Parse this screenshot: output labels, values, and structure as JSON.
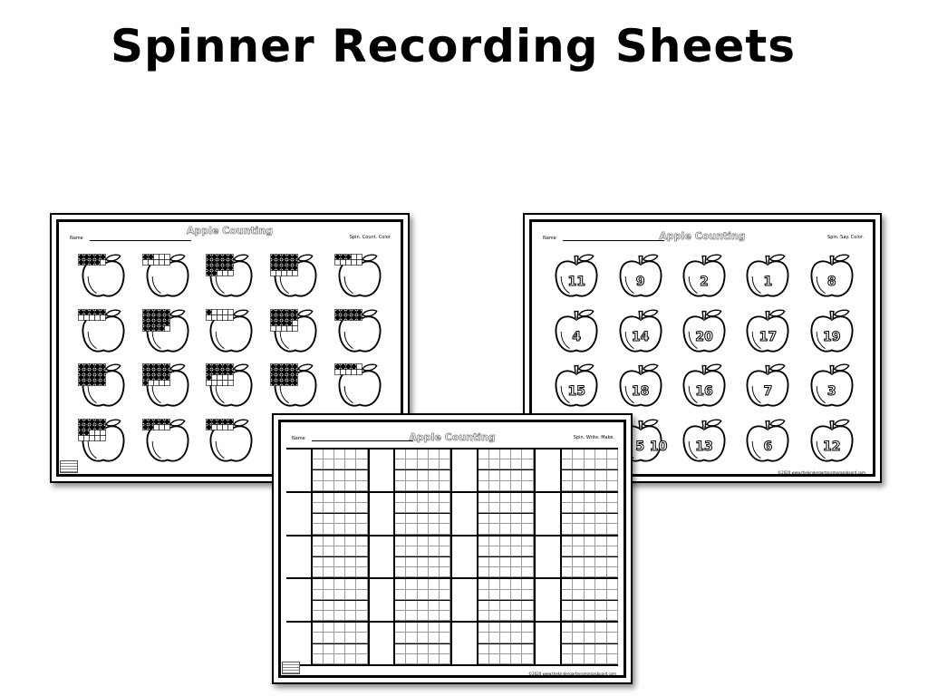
{
  "title": "Spinner Recording Sheets",
  "sheets": {
    "count": {
      "title": "Apple Counting",
      "name_label": "Name",
      "directions": "Spin. Count. Color.",
      "dots": [
        9,
        2,
        17,
        15,
        3,
        5,
        19,
        1,
        14,
        10,
        20,
        16,
        11,
        20,
        4,
        12,
        7,
        6,
        0,
        0
      ]
    },
    "say": {
      "title": "Apple Counting",
      "name_label": "Name",
      "directions": "Spin. Say. Color.",
      "footer": "©2020 www.thekindergartensmorgasboard.com",
      "numbers": [
        "11",
        "9",
        "2",
        "1",
        "8",
        "4",
        "14",
        "20",
        "17",
        "19",
        "15",
        "18",
        "16",
        "7",
        "3",
        "5",
        "10",
        "13",
        "6",
        "12"
      ]
    },
    "write": {
      "title": "Apple Counting",
      "name_label": "Name",
      "directions": "Spin. Write. Make.",
      "footer": "©2020 www.thekindergartensmorgasboard.com"
    }
  }
}
